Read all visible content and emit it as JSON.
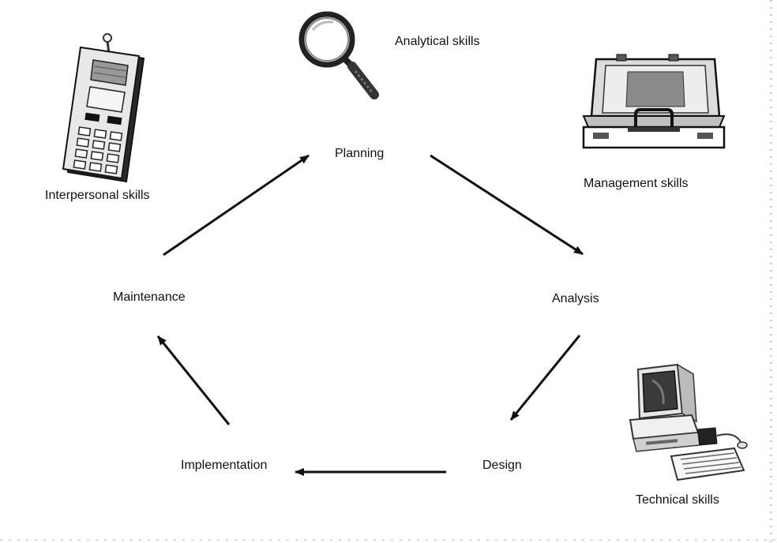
{
  "stages": {
    "planning": "Planning",
    "analysis": "Analysis",
    "design": "Design",
    "implementation": "Implementation",
    "maintenance": "Maintenance"
  },
  "skills": {
    "analytical": "Analytical skills",
    "management": "Management skills",
    "technical": "Technical skills",
    "interpersonal": "Interpersonal skills"
  },
  "icons": {
    "analytical": "magnifying-glass-icon",
    "management": "briefcase-icon",
    "technical": "computer-icon",
    "interpersonal": "mobile-phone-icon"
  }
}
